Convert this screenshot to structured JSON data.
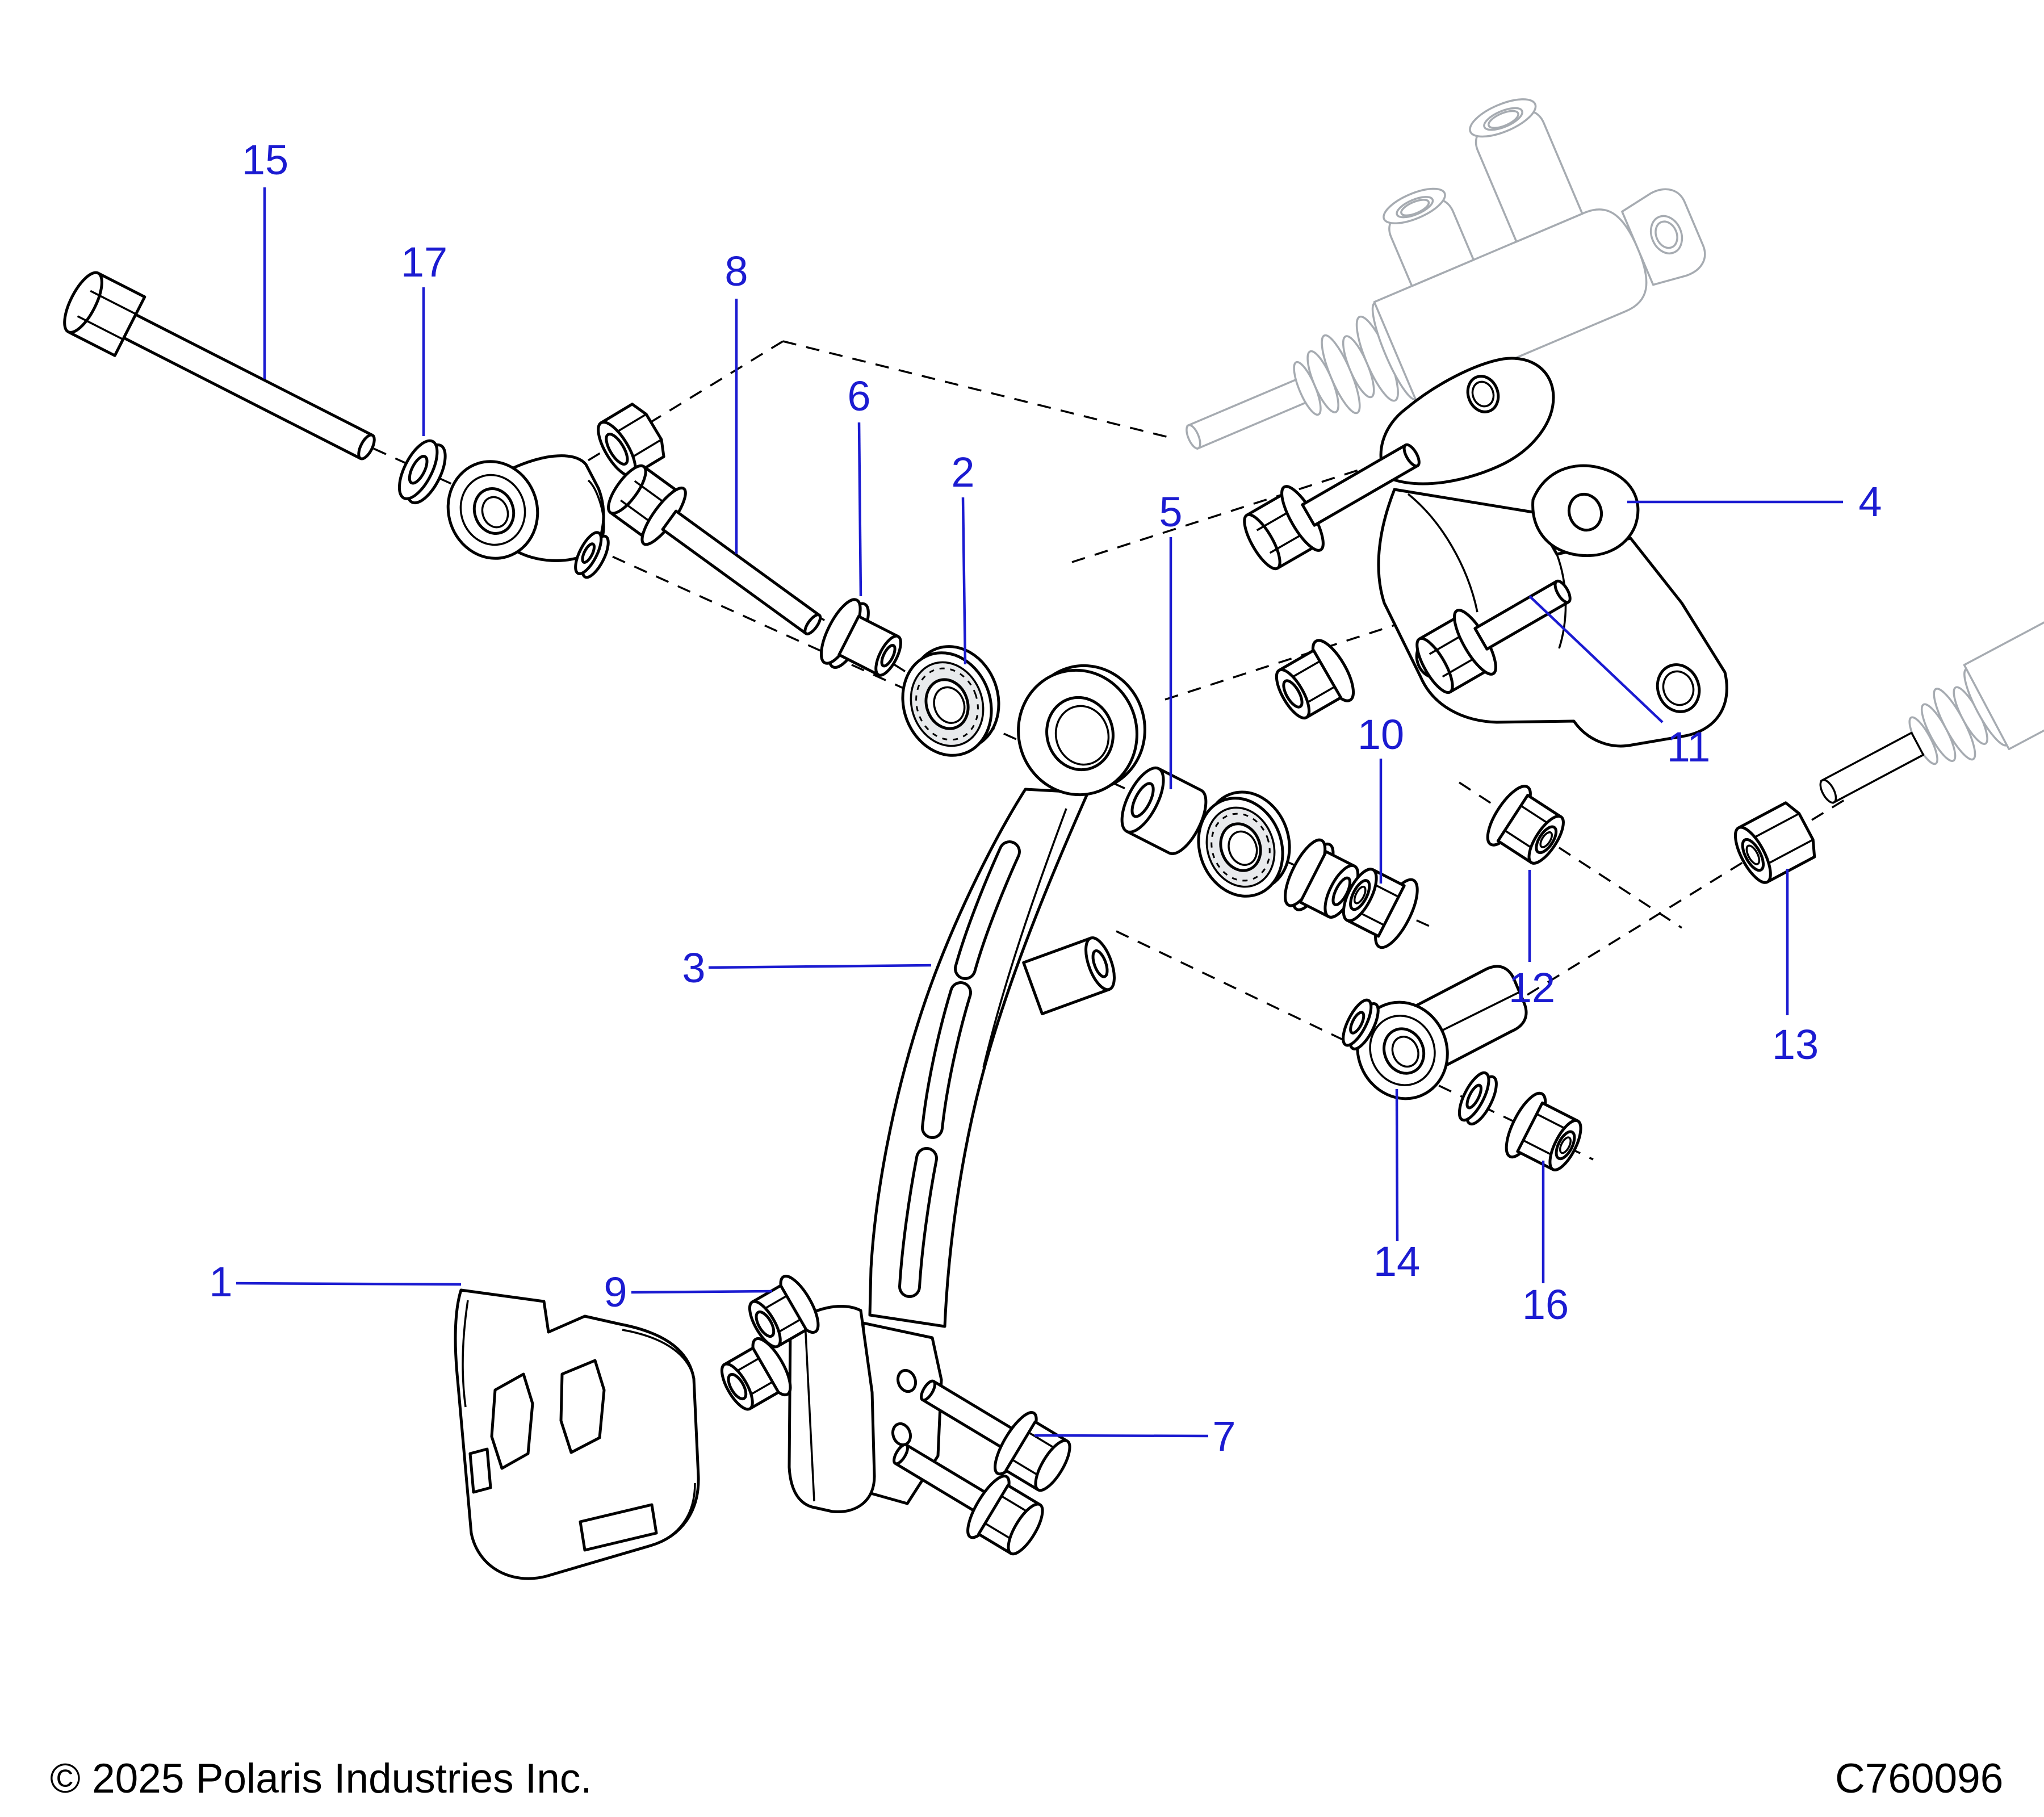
{
  "footer": {
    "copyright": "© 2025 Polaris Industries Inc.",
    "drawing_code": "C760096"
  },
  "colors": {
    "callout_blue": "#1b1bd1",
    "line_black": "#000000",
    "ghost_gray": "#a6abb1",
    "shade_gray": "#d9dde1"
  },
  "callouts": {
    "c1": {
      "text": "1"
    },
    "c2": {
      "text": "2"
    },
    "c3": {
      "text": "3"
    },
    "c4": {
      "text": "4"
    },
    "c5": {
      "text": "5"
    },
    "c6": {
      "text": "6"
    },
    "c7": {
      "text": "7"
    },
    "c8": {
      "text": "8"
    },
    "c9": {
      "text": "9"
    },
    "c10": {
      "text": "10"
    },
    "c11": {
      "text": "11"
    },
    "c12": {
      "text": "12"
    },
    "c13": {
      "text": "13"
    },
    "c14": {
      "text": "14"
    },
    "c15": {
      "text": "15"
    },
    "c16": {
      "text": "16"
    },
    "c17": {
      "text": "17"
    }
  }
}
